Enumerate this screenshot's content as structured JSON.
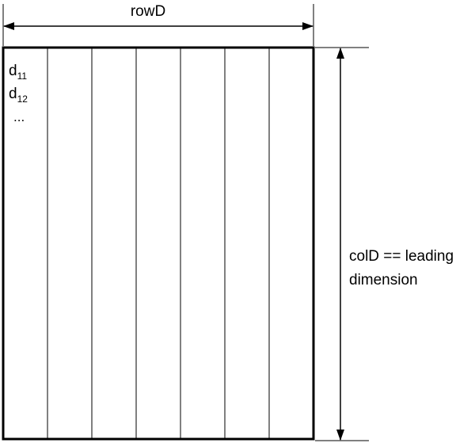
{
  "diagram": {
    "width_label": "rowD",
    "height_label_line1": "colD == leading",
    "height_label_line2": "dimension",
    "column_count": 7,
    "entries": [
      {
        "base": "d",
        "sub": "11"
      },
      {
        "base": "d",
        "sub": "12"
      }
    ],
    "ellipsis": "...",
    "colors": {
      "stroke": "#000000",
      "background": "#ffffff"
    }
  }
}
